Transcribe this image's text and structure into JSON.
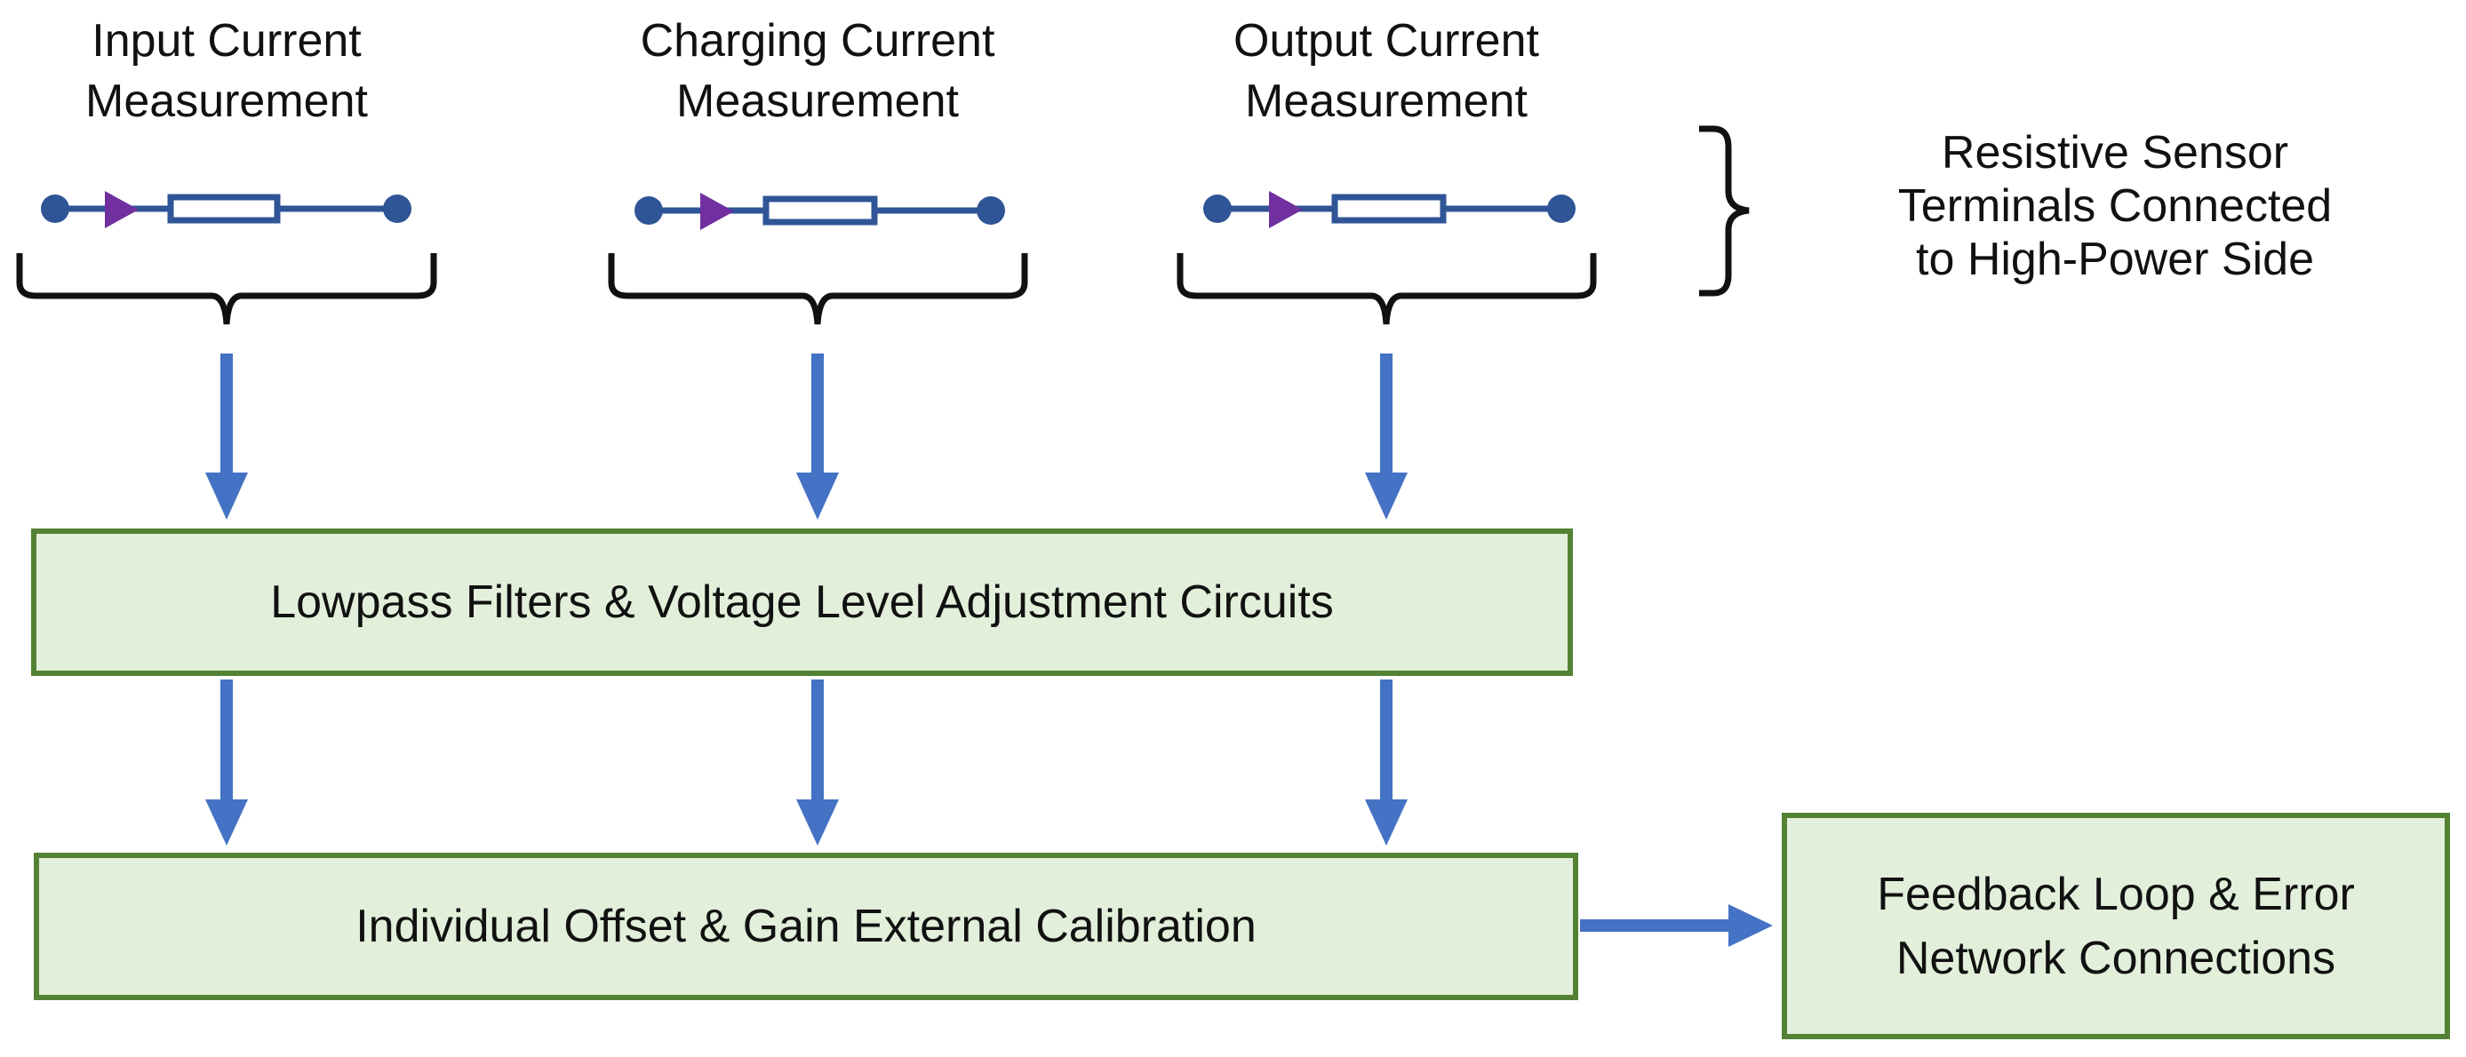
{
  "labels": {
    "input": "Input Current\nMeasurement",
    "charging": "Charging Current\nMeasurement",
    "output": "Output Current\nMeasurement",
    "sensor_terminals": "Resistive Sensor\nTerminals Connected\nto High-Power Side"
  },
  "boxes": {
    "lowpass": "Lowpass Filters & Voltage Level Adjustment Circuits",
    "calibration": "Individual Offset & Gain External Calibration",
    "feedback": "Feedback Loop & Error\nNetwork Connections"
  },
  "colors": {
    "wire": "#2f5597",
    "arrow": "#4472c4",
    "diode": "#7030a0",
    "box_fill": "#e2efda",
    "box_border": "#548235",
    "brace": "#111111"
  }
}
